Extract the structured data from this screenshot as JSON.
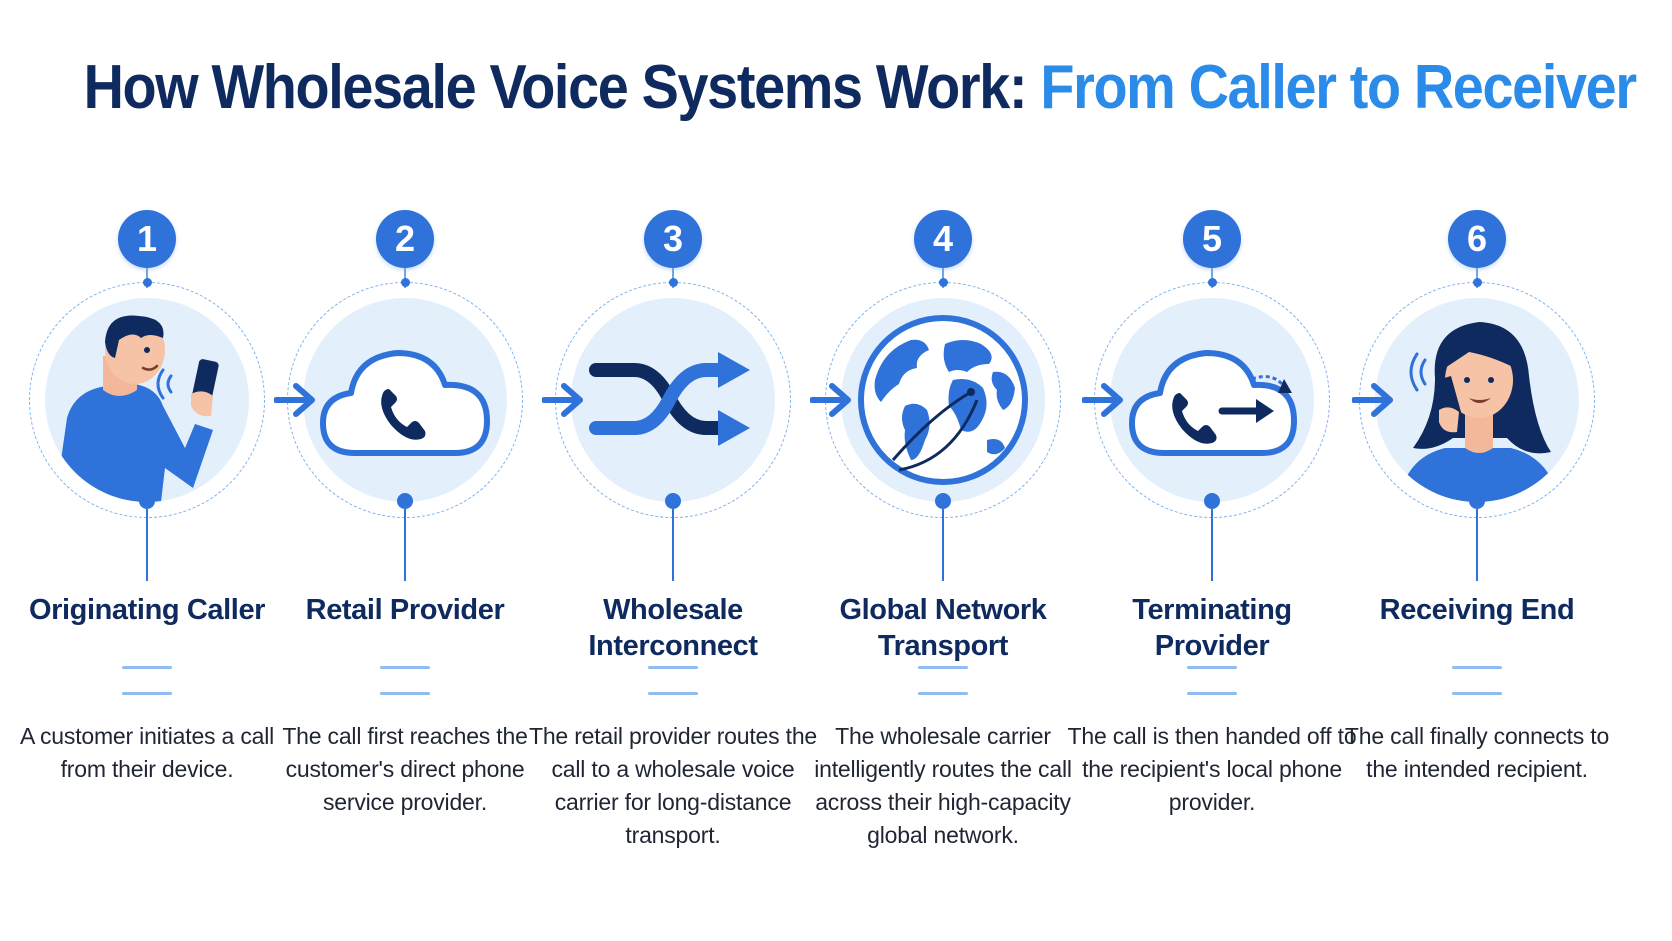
{
  "title": {
    "main": "How Wholesale Voice Systems Work:",
    "accent": "From Caller to Receiver"
  },
  "colors": {
    "navy": "#0e2a5e",
    "accent_blue": "#2b8be8",
    "badge_blue": "#2f72d9",
    "disc_fill": "#e4effc"
  },
  "steps": [
    {
      "number": "1",
      "title": "Originating Caller",
      "description": "A customer initiates a call from their device.",
      "icon": "caller-person-icon"
    },
    {
      "number": "2",
      "title": "Retail Provider",
      "description": "The call first reaches the customer's direct phone service provider.",
      "icon": "cloud-phone-icon"
    },
    {
      "number": "3",
      "title": "Wholesale\nInterconnect",
      "description": "The retail provider routes the call to a wholesale voice carrier for long-distance transport.",
      "icon": "shuffle-arrows-icon"
    },
    {
      "number": "4",
      "title": "Global Network\nTransport",
      "description": "The wholesale carrier intelligently routes the call across their high-capacity global network.",
      "icon": "globe-icon"
    },
    {
      "number": "5",
      "title": "Terminating\nProvider",
      "description": "The call is then handed off to the recipient's local phone provider.",
      "icon": "cloud-phone-handoff-icon"
    },
    {
      "number": "6",
      "title": "Receiving End",
      "description": "The call finally connects to the intended recipient.",
      "icon": "receiver-person-icon"
    }
  ]
}
